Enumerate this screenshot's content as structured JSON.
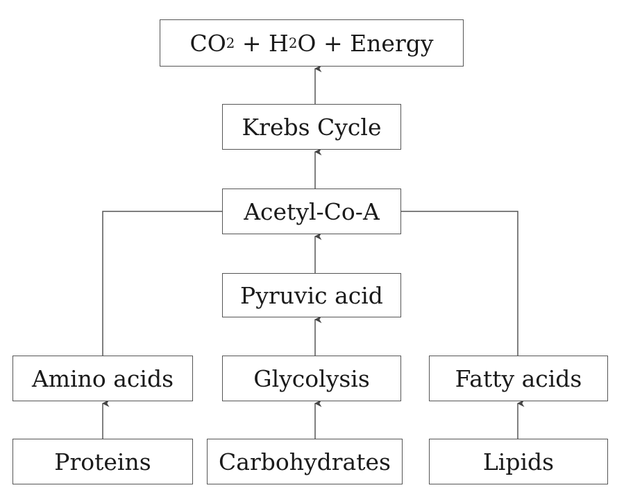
{
  "nodes": {
    "products": {
      "p1": "CO",
      "s1": "2",
      "p2": " + H",
      "s2": "2",
      "p3": "O + Energy"
    },
    "krebs": "Krebs Cycle",
    "acetyl": "Acetyl-Co-A",
    "pyruvic": "Pyruvic acid",
    "amino": "Amino acids",
    "glycolysis": "Glycolysis",
    "fatty": "Fatty acids",
    "proteins": "Proteins",
    "carbohydrates": "Carbohydrates",
    "lipids": "Lipids"
  }
}
